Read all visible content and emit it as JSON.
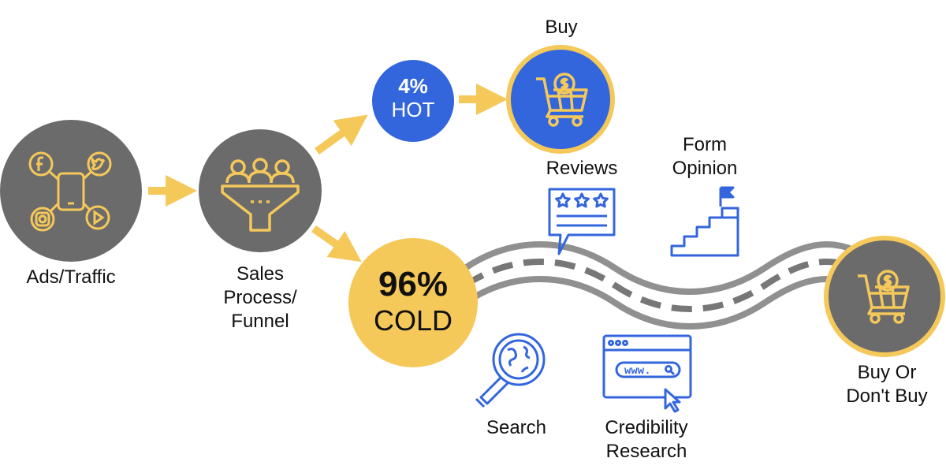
{
  "colors": {
    "gray": "#6b6b6b",
    "yellow": "#f5c85a",
    "blue": "#3366dd",
    "road_gray": "#909090",
    "dark_text": "#111111",
    "white": "#ffffff"
  },
  "labels": {
    "ads_traffic": "Ads/Traffic",
    "sales_funnel": "Sales\nProcess/\nFunnel",
    "buy": "Buy",
    "reviews": "Reviews",
    "form_opinion": "Form\nOpinion",
    "search": "Search",
    "credibility_research": "Credibility\nResearch",
    "buy_or_dont_buy": "Buy Or\nDon't Buy"
  },
  "hot": {
    "percent": "4%",
    "label": "HOT"
  },
  "cold": {
    "percent": "96%",
    "label": "COLD"
  },
  "icons": {
    "social": [
      "facebook-icon",
      "twitter-icon",
      "instagram-icon",
      "youtube-icon",
      "smartphone-icon"
    ],
    "funnel": "funnel-people-icon",
    "cart": "shopping-cart-dollar-icon",
    "reviews": "review-stars-speech-bubble-icon",
    "opinion": "stairs-flag-icon",
    "search": "globe-magnifier-icon",
    "browser": "browser-www-cursor-icon"
  },
  "browser_url": "www."
}
